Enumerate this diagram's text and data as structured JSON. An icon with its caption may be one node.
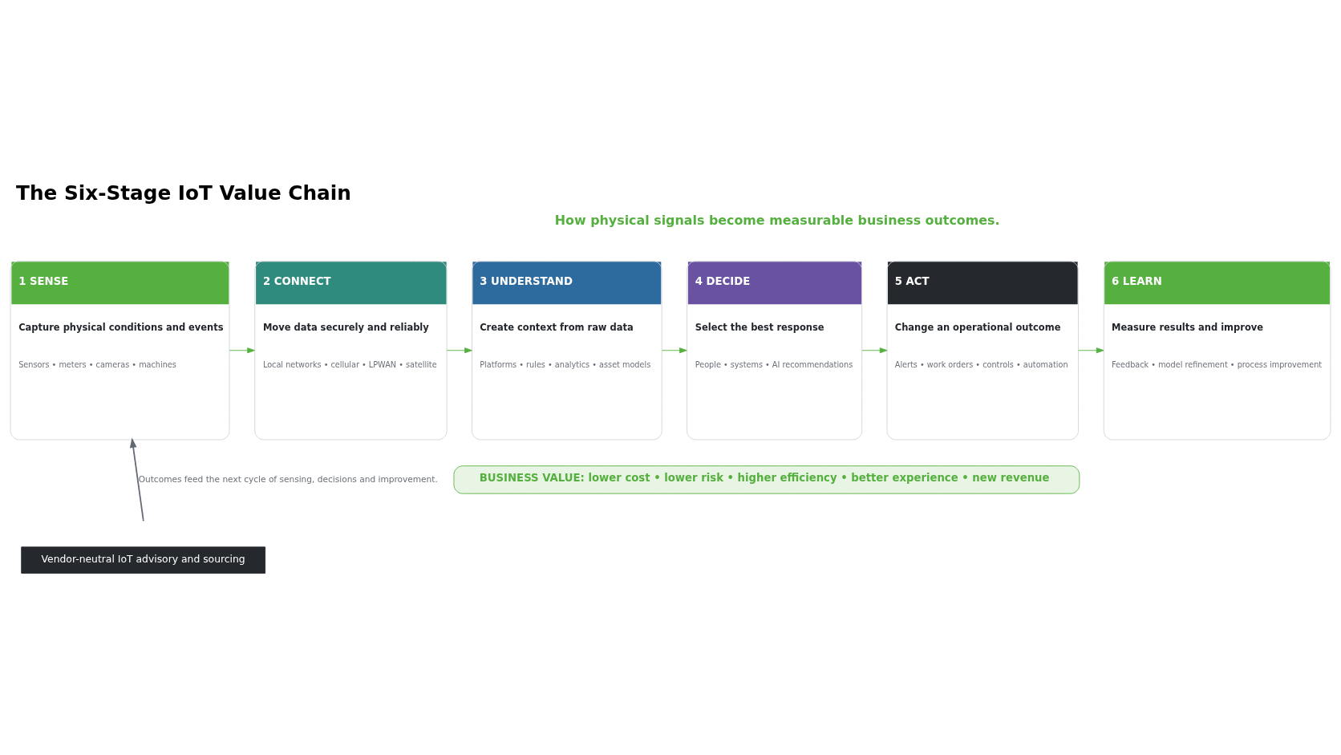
{
  "diagram": {
    "title": "The Six-Stage IoT Value Chain",
    "nodes": [
      {
        "text": [
          "1 SENSE",
          "Capture physical conditions and events",
          "Sensors • meters • cameras • machines"
        ]
      },
      {
        "text": [
          "2 CONNECT",
          "Move data securely and reliably",
          "Local networks • cellular • LPWAN • satellite"
        ]
      },
      {
        "text": [
          "3 UNDERSTAND",
          "Create context from raw data",
          "Platforms • rules • analytics • asset models"
        ]
      },
      {
        "text": [
          "4 DECIDE",
          "Select the best response",
          "People • systems • AI recommendations"
        ]
      },
      {
        "text": [
          "5 ACT",
          "Change an operational outcome",
          "Alerts • work orders • controls • automation"
        ]
      },
      {
        "text": [
          "6 LEARN",
          "Measure results and improve",
          "Feedback • model refinement • process improvement"
        ]
      },
      {
        "text": [
          "BUSINESS VALUE: lower cost • lower risk • higher efficiency • better experience • new revenue"
        ]
      }
    ],
    "edges": [
      {
        "from": 0,
        "to": 1,
        "arrow": "to"
      },
      {
        "from": 1,
        "to": 2,
        "arrow": "to"
      },
      {
        "from": 2,
        "to": 3,
        "arrow": "to"
      },
      {
        "from": 3,
        "to": 4,
        "arrow": "to"
      },
      {
        "from": 4,
        "to": 5,
        "arrow": "to"
      },
      {
        "from": null,
        "to": 0,
        "arrow": "to",
        "label": "Outcomes feed the next cycle of sensing, decisions and improvement.",
        "color": "#636972"
      }
    ],
    "labels": [
      "How physical signals become measurable business outcomes.",
      "Vendor-neutral IoT advisory and sourcing"
    ]
  }
}
